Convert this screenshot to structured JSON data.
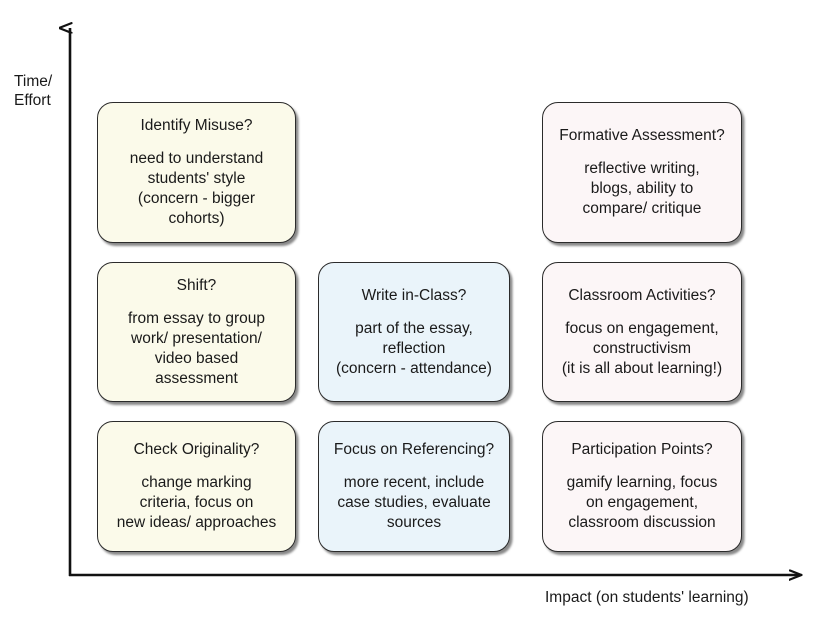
{
  "axes": {
    "y_label": "Time/\nEffort",
    "x_label": "Impact (on students' learning)"
  },
  "colors": {
    "cream": "#fbfaea",
    "blue": "#eaf4fa",
    "pink": "#fcf6f7",
    "outline": "#2b2b2b",
    "text": "#1a1a1a"
  },
  "cards": [
    {
      "id": "identify-misuse",
      "title": "Identify Misuse?",
      "body": "need to understand\nstudents' style\n(concern - bigger\ncohorts)",
      "tint": "cream",
      "column": "left",
      "row": "top"
    },
    {
      "id": "formative-assessment",
      "title": "Formative Assessment?",
      "body": "reflective writing,\nblogs, ability to\ncompare/ critique",
      "tint": "pink",
      "column": "right",
      "row": "top"
    },
    {
      "id": "shift",
      "title": "Shift?",
      "body": "from essay to group\nwork/ presentation/\nvideo based\nassessment",
      "tint": "cream",
      "column": "left",
      "row": "middle"
    },
    {
      "id": "write-in-class",
      "title": "Write in-Class?",
      "body": "part of the essay,\nreflection\n(concern - attendance)",
      "tint": "blue",
      "column": "middle",
      "row": "middle"
    },
    {
      "id": "classroom-activities",
      "title": "Classroom Activities?",
      "body": "focus on engagement,\nconstructivism\n(it is all about learning!)",
      "tint": "pink",
      "column": "right",
      "row": "middle"
    },
    {
      "id": "check-originality",
      "title": "Check Originality?",
      "body": "change marking\ncriteria, focus on\nnew ideas/ approaches",
      "tint": "cream",
      "column": "left",
      "row": "bottom"
    },
    {
      "id": "focus-on-referencing",
      "title": "Focus on Referencing?",
      "body": "more recent, include\ncase studies, evaluate\nsources",
      "tint": "blue",
      "column": "middle",
      "row": "bottom"
    },
    {
      "id": "participation-points",
      "title": "Participation Points?",
      "body": "gamify learning, focus\non engagement,\nclassroom discussion",
      "tint": "pink",
      "column": "right",
      "row": "bottom"
    }
  ]
}
